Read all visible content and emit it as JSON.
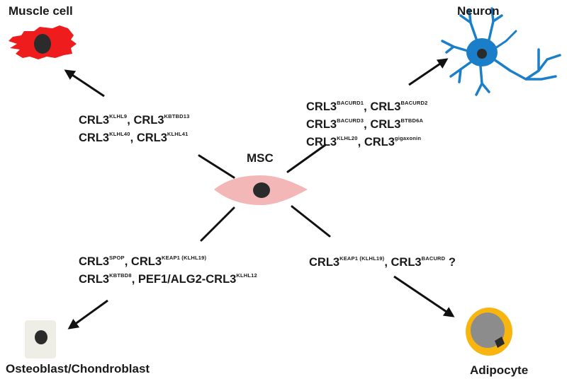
{
  "center": {
    "label": "MSC"
  },
  "cells": {
    "muscle": "Muscle cell",
    "neuron": "Neuron",
    "osteo": "Osteoblast/Chondroblast",
    "adipocyte": "Adipocyte"
  },
  "muscle_crl": {
    "l1a": "CRL3",
    "s1a": "KLHL9",
    "sep1": ", ",
    "l1b": "CRL3",
    "s1b": "KBTBD13",
    "l2a": "CRL3",
    "s2a": "KLHL40",
    "sep2": ", ",
    "l2b": "CRL3",
    "s2b": "KLHL41"
  },
  "neuron_crl": {
    "l1a": "CRL3",
    "s1a": "BACURD1",
    "sep1": ", ",
    "l1b": "CRL3",
    "s1b": "BACURD2",
    "l2a": "CRL3",
    "s2a": "BACURD3",
    "sep2": ", ",
    "l2b": "CRL3",
    "s2b": "BTBD6A",
    "l3a": "CRL3",
    "s3a": "KLHL20",
    "sep3": ", ",
    "l3b": "CRL3",
    "s3b": "gigaxonin"
  },
  "osteo_crl": {
    "l1a": "CRL3",
    "s1a": "SPOP",
    "sep1": ", ",
    "l1b": "CRL3",
    "s1b": "KEAP1 (KLHL19)",
    "l2a": "CRL3",
    "s2a": "KBTBD8",
    "sep2": ", ",
    "l2b": "PEF1/ALG2-CRL3",
    "s2b": "KLHL12"
  },
  "adipo_crl": {
    "l1a": "CRL3",
    "s1a": "KEAP1 (KLHL19)",
    "sep1": ", ",
    "l1b": "CRL3",
    "s1b": "BACURD",
    "q": " ?"
  },
  "colors": {
    "muscle_cell": "#ee1c1c",
    "neuron": "#1a7fc8",
    "msc_cell": "#f3b7b7",
    "osteo_cell": "#efeee6",
    "adipocyte_ring": "#f9b50f",
    "adipocyte_core": "#8c8c8c",
    "nucleus": "#2b2b2b"
  }
}
